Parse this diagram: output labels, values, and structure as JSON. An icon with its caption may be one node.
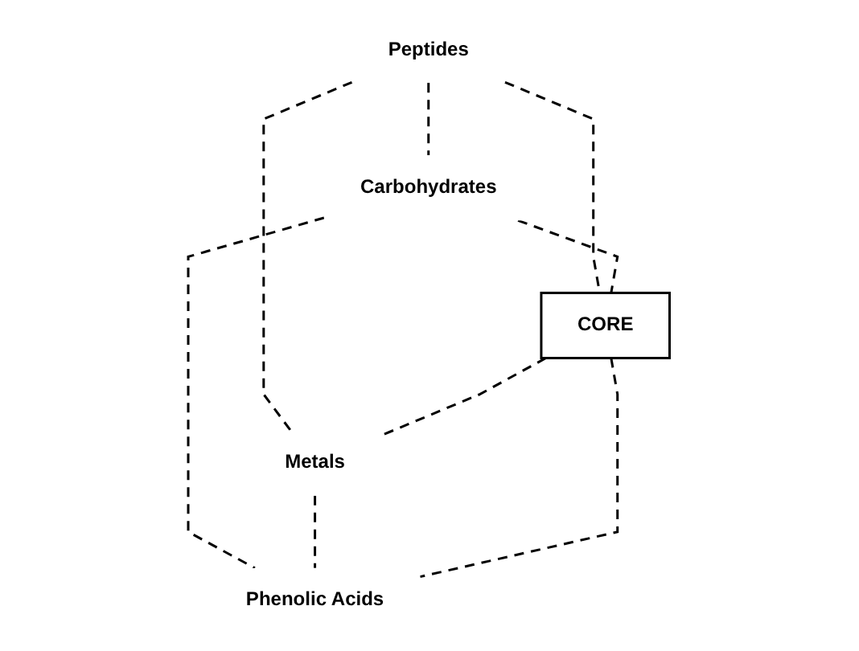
{
  "diagram": {
    "nodes": [
      {
        "text": [
          "Peptides"
        ]
      },
      {
        "text": [
          "Carbohydrates"
        ]
      },
      {
        "text": [
          "CORE"
        ]
      },
      {
        "text": [
          "Metals"
        ]
      },
      {
        "text": [
          "Phenolic Acids"
        ]
      }
    ],
    "edges": [
      {
        "from": 0,
        "to": 1,
        "arrow": "none",
        "style": "dashed"
      },
      {
        "from": 0,
        "to": 3,
        "arrow": "none",
        "style": "dashed"
      },
      {
        "from": 1,
        "to": 4,
        "arrow": "none",
        "style": "dashed"
      },
      {
        "from": 3,
        "to": 4,
        "arrow": "none",
        "style": "dashed"
      },
      {
        "from": 0,
        "to": 2,
        "arrow": "none",
        "style": "dashed"
      },
      {
        "from": 1,
        "to": 2,
        "arrow": "none",
        "style": "dashed"
      },
      {
        "from": 2,
        "to": 3,
        "arrow": "none",
        "style": "dashed"
      },
      {
        "from": 2,
        "to": 4,
        "arrow": "none",
        "style": "dashed"
      }
    ]
  }
}
